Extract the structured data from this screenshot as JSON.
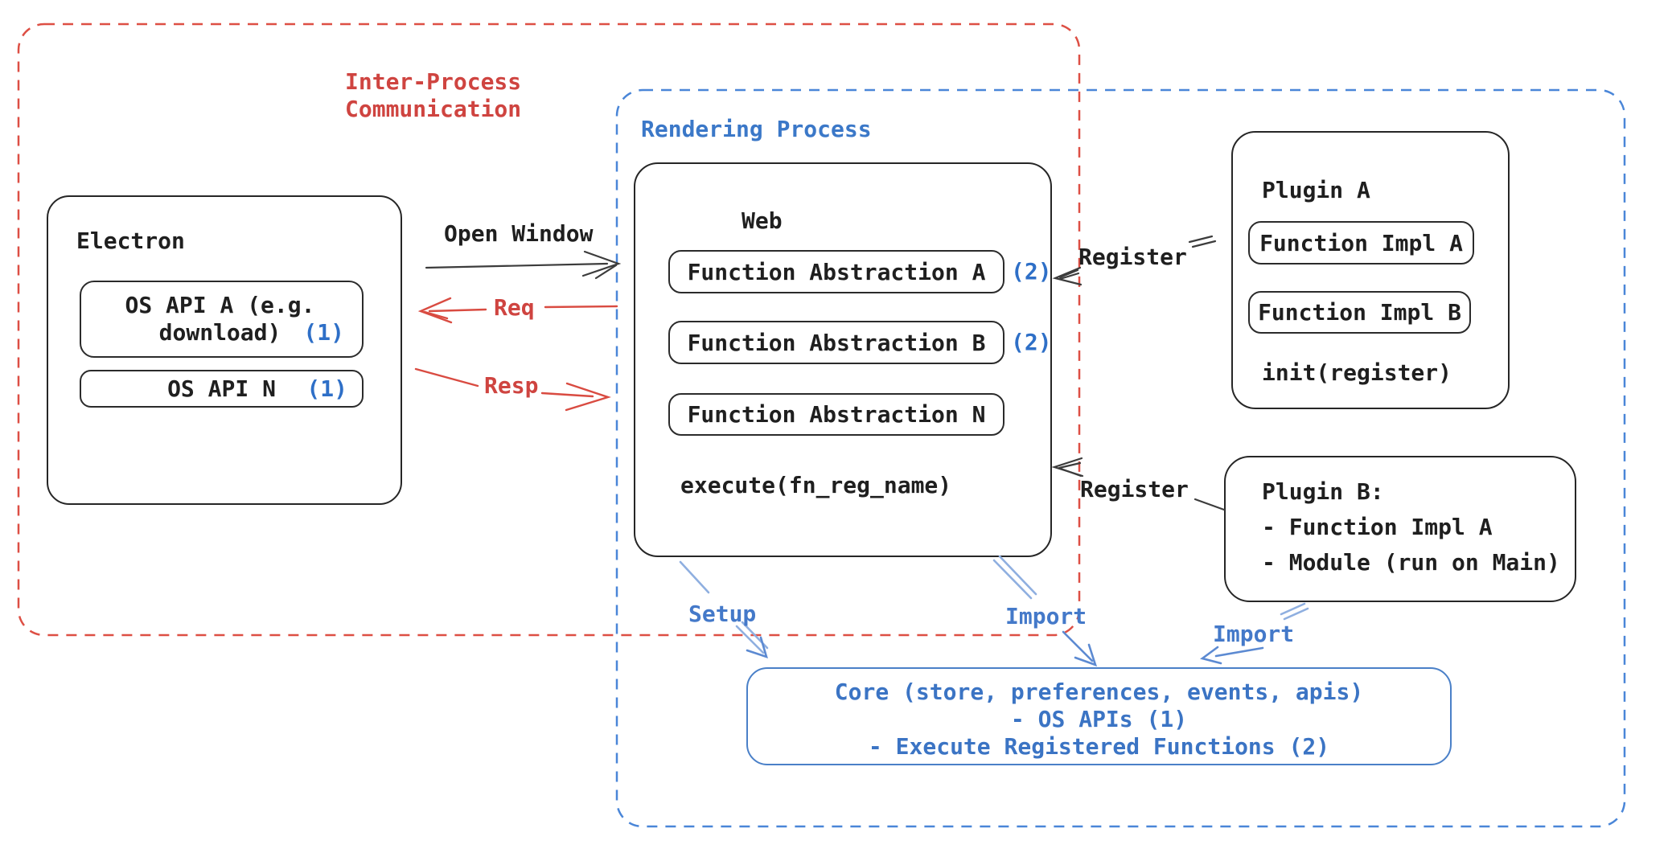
{
  "labels": {
    "ipc_line1": "Inter-Process",
    "ipc_line2": "Communication",
    "rendering_process": "Rendering Process",
    "open_window": "Open Window",
    "req": "Req",
    "resp": "Resp",
    "register_web": "Register",
    "register_plugin_b": "Register",
    "setup": "Setup",
    "import_web": "Import",
    "import_plugin_b": "Import"
  },
  "electron": {
    "title": "Electron",
    "apis": [
      {
        "name": "OS API A (e.g. download)",
        "tag": "(1)"
      },
      {
        "name": "OS API N",
        "tag": "(1)"
      }
    ]
  },
  "web": {
    "title": "Web",
    "abstractions": [
      {
        "name": "Function Abstraction A",
        "tag": "(2)"
      },
      {
        "name": "Function Abstraction B",
        "tag": "(2)"
      },
      {
        "name": "Function Abstraction N",
        "tag": ""
      }
    ],
    "footer": "execute(fn_reg_name)"
  },
  "plugin_a": {
    "title": "Plugin A",
    "impls": [
      "Function Impl A",
      "Function Impl B"
    ],
    "footer": "init(register)"
  },
  "plugin_b": {
    "lines": [
      "Plugin B:",
      "- Function Impl A",
      "- Module (run on Main)"
    ]
  },
  "core": {
    "lines": [
      "Core (store, preferences, events, apis)",
      "- OS APIs (1)",
      "- Execute Registered Functions (2)"
    ]
  },
  "colors": {
    "red": "#cf4440",
    "red_dash": "#dd4f44",
    "blue": "#3b74c4",
    "blue_dash": "#4a86d8",
    "tag_blue": "#2e6fc7",
    "arrow_black": "#3c3c3c",
    "arrow_lightblue": "#8fafe0",
    "arrow_blue_head": "#5c8ad2",
    "box_stroke": "#262626"
  }
}
